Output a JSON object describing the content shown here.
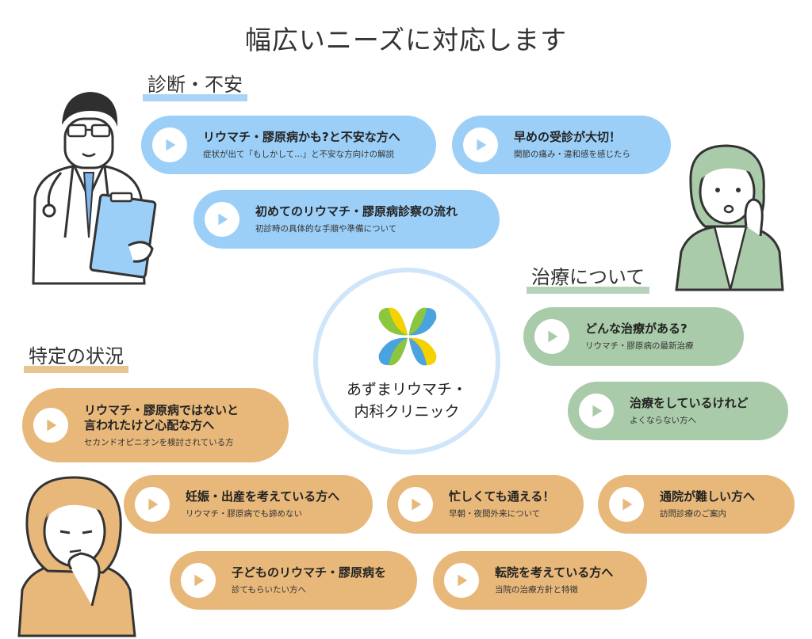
{
  "title": "幅広いニーズに対応します",
  "sections": {
    "diagnosis": "診断・不安",
    "treatment": "治療について",
    "special": "特定の状況"
  },
  "clinic": {
    "name_line1": "あずまリウマチ・",
    "name_line2": "内科クリニック"
  },
  "cards": {
    "c1": {
      "title": "リウマチ・膠原病かも?と不安な方へ",
      "sub": "症状が出て「もしかして…」と不安な方向けの解説"
    },
    "c2": {
      "title": "早めの受診が大切！",
      "sub": "関節の痛み・違和感を感じたら"
    },
    "c3": {
      "title": "初めてのリウマチ・膠原病診察の流れ",
      "sub": "初診時の具体的な手順や準備について"
    },
    "c4": {
      "title": "どんな治療がある?",
      "sub": "リウマチ・膠原病の最新治療"
    },
    "c5": {
      "title": "治療をしているけれど",
      "sub": "よくならない方へ"
    },
    "c6": {
      "title1": "リウマチ・膠原病ではないと",
      "title2": "言われたけど心配な方へ",
      "sub": "セカンドオピニオンを検討されている方"
    },
    "c7": {
      "title": "妊娠・出産を考えている方へ",
      "sub": "リウマチ・膠原病でも諦めない"
    },
    "c8": {
      "title": "忙しくても通える！",
      "sub": "早朝・夜間外来について"
    },
    "c9": {
      "title": "通院が難しい方へ",
      "sub": "訪問診療のご案内"
    },
    "c10": {
      "title": "子どものリウマチ・膠原病を",
      "sub": "診てもらいたい方へ"
    },
    "c11": {
      "title": "転院を考えている方へ",
      "sub": "当院の治療方針と特徴"
    }
  },
  "colors": {
    "blue": "#9ccff7",
    "green": "#a9cba9",
    "orange": "#e8b87a"
  }
}
